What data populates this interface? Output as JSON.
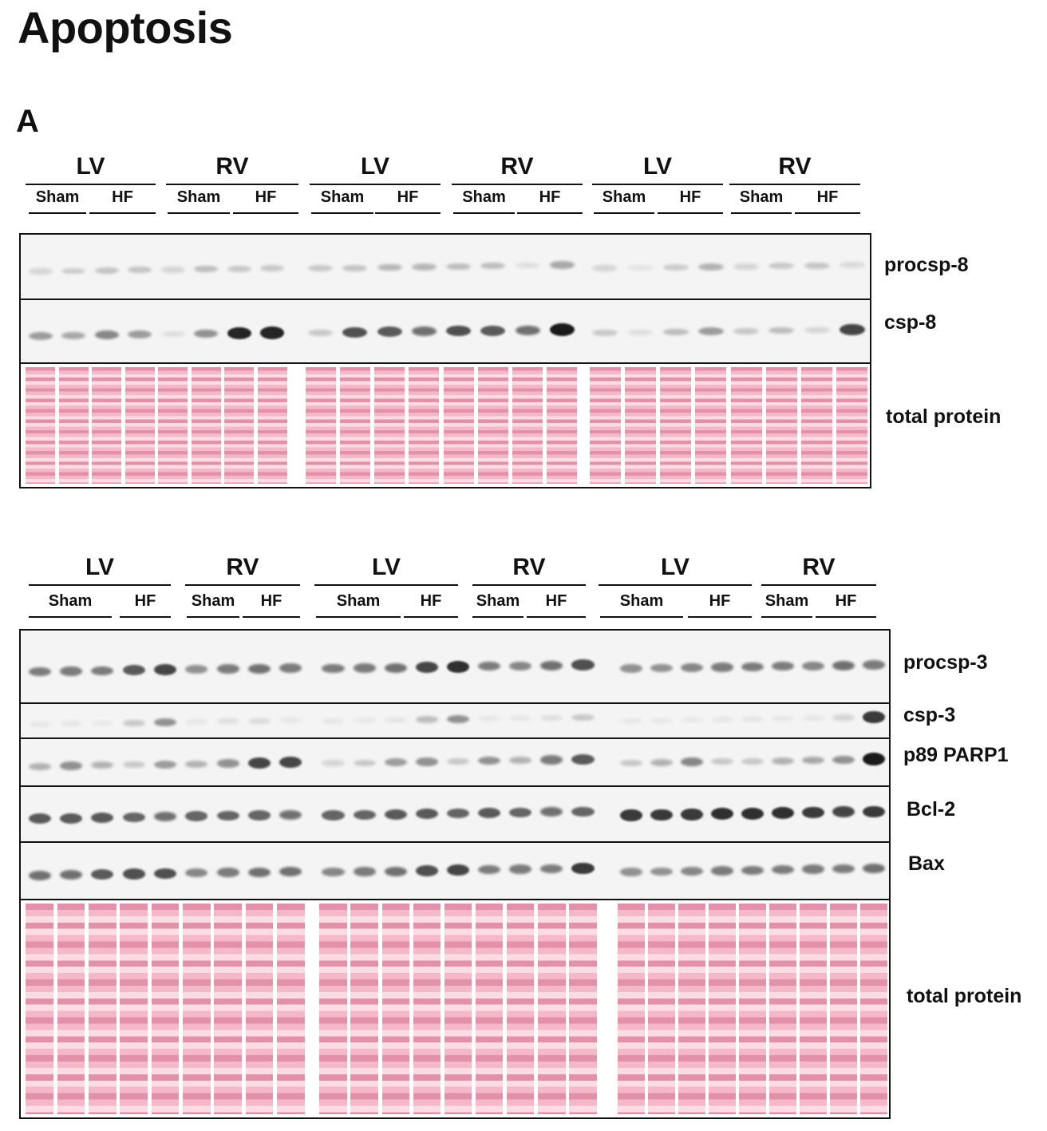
{
  "figure": {
    "title": "Apoptosis",
    "panel_label": "A"
  },
  "colors": {
    "stain_base": "#f4b8c9",
    "stain_dark": "#e390aa",
    "stain_light": "#fbdce5",
    "band": "#1a1a1a",
    "blot_bg": "#f4f4f4"
  },
  "top_panel": {
    "group_labels": [
      "LV",
      "RV",
      "LV",
      "RV",
      "LV",
      "RV"
    ],
    "condition_labels": [
      "Sham",
      "HF",
      "Sham",
      "HF",
      "Sham",
      "HF",
      "Sham",
      "HF",
      "Sham",
      "HF",
      "Sham",
      "HF"
    ],
    "lanes_per_block": 8,
    "blots": [
      {
        "id": "procsp8",
        "label": "procsp-8",
        "intensity": [
          0.15,
          0.18,
          0.22,
          0.22,
          0.15,
          0.25,
          0.2,
          0.2,
          0.2,
          0.22,
          0.28,
          0.28,
          0.25,
          0.25,
          0.1,
          0.35,
          0.15,
          0.08,
          0.18,
          0.3,
          0.15,
          0.2,
          0.22,
          0.12
        ]
      },
      {
        "id": "csp8",
        "label": "csp-8",
        "intensity": [
          0.4,
          0.35,
          0.5,
          0.4,
          0.1,
          0.45,
          0.95,
          0.95,
          0.2,
          0.75,
          0.7,
          0.6,
          0.75,
          0.7,
          0.6,
          1.0,
          0.2,
          0.1,
          0.25,
          0.4,
          0.2,
          0.25,
          0.15,
          0.8
        ]
      },
      {
        "id": "tp_top",
        "label": "total protein",
        "stain": true
      }
    ]
  },
  "bottom_panel": {
    "group_labels": [
      "LV",
      "RV",
      "LV",
      "RV",
      "LV",
      "RV"
    ],
    "condition_labels": [
      "Sham",
      "HF",
      "Sham",
      "HF",
      "Sham",
      "HF",
      "Sham",
      "HF",
      "Sham",
      "HF",
      "Sham",
      "HF"
    ],
    "lanes_per_block": 9,
    "blots": [
      {
        "id": "procsp3",
        "label": "procsp-3",
        "intensity": [
          0.55,
          0.55,
          0.55,
          0.7,
          0.8,
          0.45,
          0.55,
          0.6,
          0.55,
          0.55,
          0.55,
          0.6,
          0.8,
          0.9,
          0.55,
          0.5,
          0.6,
          0.75,
          0.45,
          0.45,
          0.5,
          0.55,
          0.55,
          0.55,
          0.5,
          0.6,
          0.55
        ]
      },
      {
        "id": "csp3",
        "label": "csp-3",
        "intensity": [
          0.05,
          0.05,
          0.05,
          0.2,
          0.45,
          0.05,
          0.1,
          0.12,
          0.05,
          0.05,
          0.05,
          0.08,
          0.25,
          0.45,
          0.05,
          0.05,
          0.1,
          0.2,
          0.03,
          0.03,
          0.05,
          0.05,
          0.08,
          0.05,
          0.05,
          0.15,
          0.85
        ]
      },
      {
        "id": "parp1",
        "label": "p89 PARP1",
        "intensity": [
          0.3,
          0.45,
          0.3,
          0.2,
          0.4,
          0.3,
          0.45,
          0.8,
          0.8,
          0.15,
          0.2,
          0.4,
          0.45,
          0.2,
          0.45,
          0.3,
          0.55,
          0.7,
          0.2,
          0.3,
          0.5,
          0.2,
          0.2,
          0.3,
          0.35,
          0.45,
          1.0
        ]
      },
      {
        "id": "bcl2",
        "label": "Bcl-2",
        "intensity": [
          0.7,
          0.7,
          0.7,
          0.65,
          0.6,
          0.65,
          0.65,
          0.65,
          0.6,
          0.65,
          0.65,
          0.7,
          0.7,
          0.65,
          0.7,
          0.65,
          0.6,
          0.65,
          0.85,
          0.85,
          0.85,
          0.9,
          0.9,
          0.9,
          0.85,
          0.8,
          0.85
        ]
      },
      {
        "id": "bax",
        "label": "Bax",
        "intensity": [
          0.6,
          0.6,
          0.7,
          0.75,
          0.75,
          0.5,
          0.55,
          0.6,
          0.6,
          0.5,
          0.55,
          0.6,
          0.75,
          0.8,
          0.55,
          0.55,
          0.55,
          0.85,
          0.45,
          0.45,
          0.5,
          0.55,
          0.55,
          0.55,
          0.55,
          0.55,
          0.6
        ]
      },
      {
        "id": "tp_bottom",
        "label": "total protein",
        "stain": true
      }
    ]
  }
}
